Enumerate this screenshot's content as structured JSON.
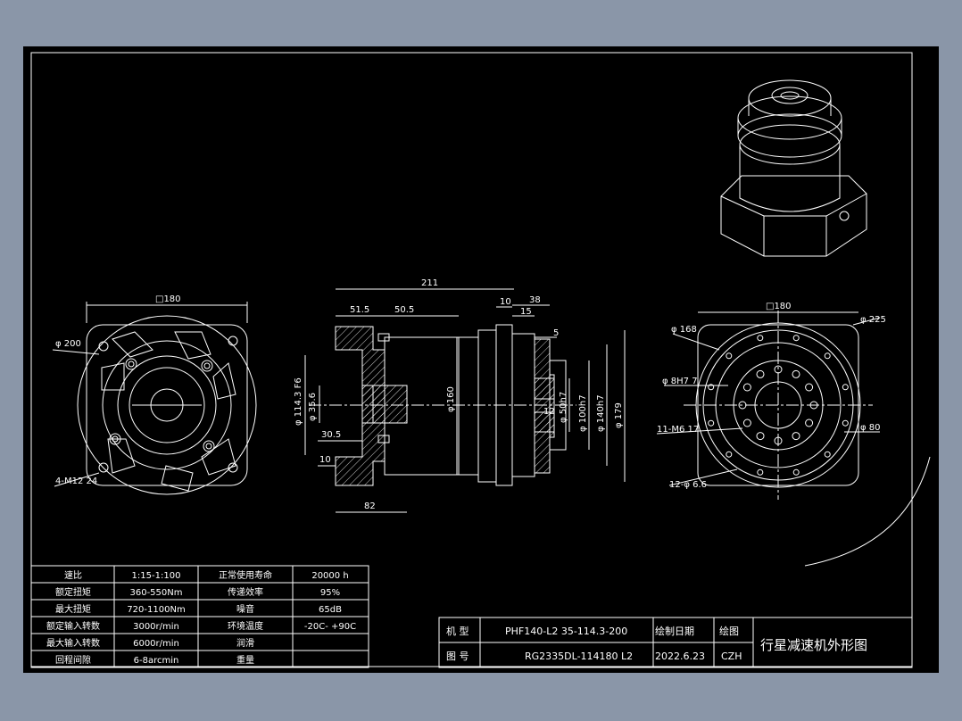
{
  "front_view": {
    "square_dim": "□180",
    "d_outer": "φ 200",
    "holes": "4-M12 24"
  },
  "side_view": {
    "overall": "211",
    "d_515": "51.5",
    "d_505": "50.5",
    "d_10": "10",
    "d_38": "38",
    "d_15": "15",
    "d_5": "5",
    "d_1143": "φ 114.3 F6",
    "d_356": "φ 35.6",
    "d_160": "φ 160",
    "d_305": "30.5",
    "d_10b": "10",
    "d_82": "82",
    "d_50": "φ 50h7",
    "d_100": "φ 100h7",
    "d_140": "φ 140h7",
    "d_179": "φ 179",
    "d_12": "12"
  },
  "right_view": {
    "square_dim": "□180",
    "d_225": "φ 225",
    "d_168": "φ 168",
    "d_m8": "φ 8H7 7",
    "d_m6": "11-M6 17",
    "d_80": "φ 80",
    "d_66": "12-φ 6.6"
  },
  "spec_table": {
    "rows": [
      [
        "速比",
        "1:15-1:100",
        "正常使用寿命",
        "20000 h"
      ],
      [
        "额定扭矩",
        "360-550Nm",
        "传递效率",
        "95%"
      ],
      [
        "最大扭矩",
        "720-1100Nm",
        "噪音",
        "65dB"
      ],
      [
        "额定输入转数",
        "3000r/min",
        "环境温度",
        "-20C- +90C"
      ],
      [
        "最大输入转数",
        "6000r/min",
        "润滑",
        ""
      ],
      [
        "回程间隙",
        "6-8arcmin",
        "重量",
        ""
      ]
    ]
  },
  "title_block": {
    "model_label": "机 型",
    "model_value": "PHF140-L2 35-114.3-200",
    "date_label": "绘制日期",
    "drawer_label": "绘图",
    "drawing_no_label": "图 号",
    "drawing_no_value": "RG2335DL-114180 L2",
    "date_value": "2022.6.23",
    "drawer_value": "CZH",
    "title": "行星减速机外形图"
  }
}
